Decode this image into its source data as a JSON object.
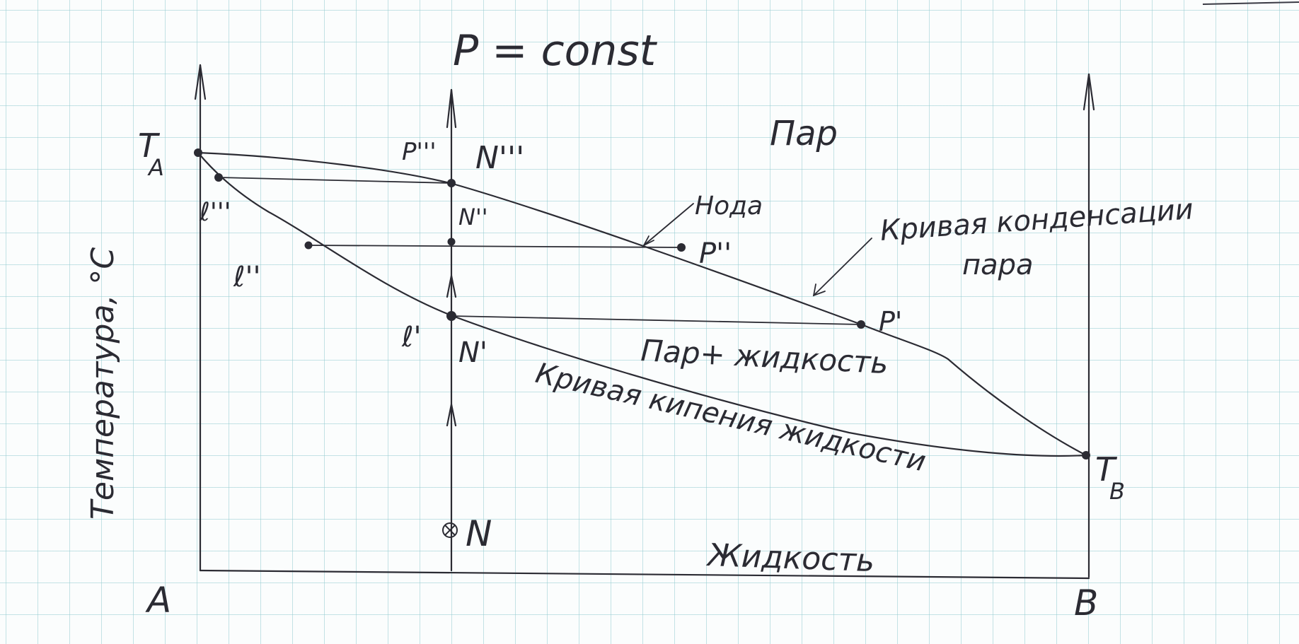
{
  "diagram": {
    "title": "P = const",
    "y_axis_label": "Температура, °C",
    "component_a": "A",
    "component_b": "B",
    "boiling_point_a": "T",
    "boiling_point_a_sub": "A",
    "boiling_point_b": "T",
    "boiling_point_b_sub": "B",
    "region_vapor": "Пар",
    "region_two_phase": "Пар+ жидкость",
    "region_liquid": "Жидкость",
    "condensation_curve_label_line1": "Кривая конденсации",
    "condensation_curve_label_line2": "пара",
    "boiling_curve_label": "Кривая кипения жидкости",
    "tie_line_label": "Нода",
    "points": {
      "N": "N",
      "N1": "N'",
      "N2": "N''",
      "N3": "N'''",
      "l1": "ℓ'",
      "l2": "ℓ''",
      "l3": "ℓ'''",
      "p1": "P'",
      "p2": "P''",
      "p3": "P'''"
    }
  }
}
